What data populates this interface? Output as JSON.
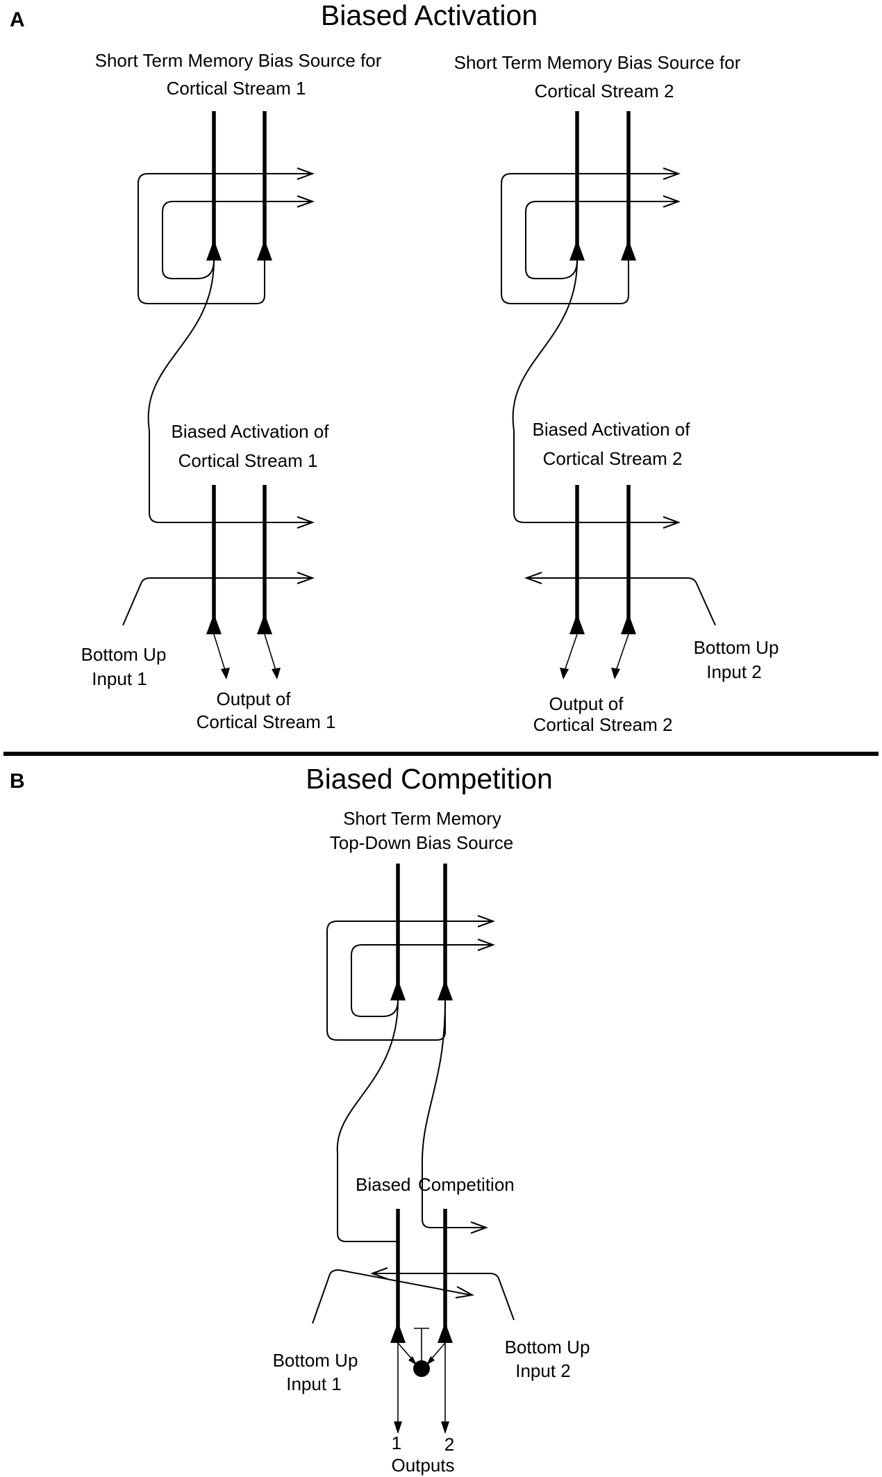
{
  "panel_a": {
    "letter": "A",
    "title": "Biased Activation",
    "stream1": {
      "bias_source_line1": "Short Term Memory Bias Source for",
      "bias_source_line2": "Cortical Stream   1",
      "biased_line1": "Biased Activation of",
      "biased_line2": "Cortical Stream   1",
      "input_line1": "Bottom Up",
      "input_line2": "Input 1",
      "output_line1": "Output of",
      "output_line2": "Cortical Stream   1"
    },
    "stream2": {
      "bias_source_line1": "Short Term Memory Bias Source for",
      "bias_source_line2": "Cortical Stream   2",
      "biased_line1": "Biased Activation of",
      "biased_line2": "Cortical Stream   2",
      "input_line1": "Bottom Up",
      "input_line2": "Input 2",
      "output_line1": "Output of",
      "output_line2": "Cortical Stream   2"
    }
  },
  "panel_b": {
    "letter": "B",
    "title": "Biased Competition",
    "bias_source_line1": "Short Term Memory",
    "bias_source_line2": "Top-Down Bias Source",
    "biased_word1": "Biased",
    "biased_word2": "Competition",
    "input1_line1": "Bottom Up",
    "input1_line2": "Input 1",
    "input2_line1": "Bottom Up",
    "input2_line2": "Input 2",
    "output1": "1",
    "output2": "2",
    "outputs_label": "Outputs"
  }
}
